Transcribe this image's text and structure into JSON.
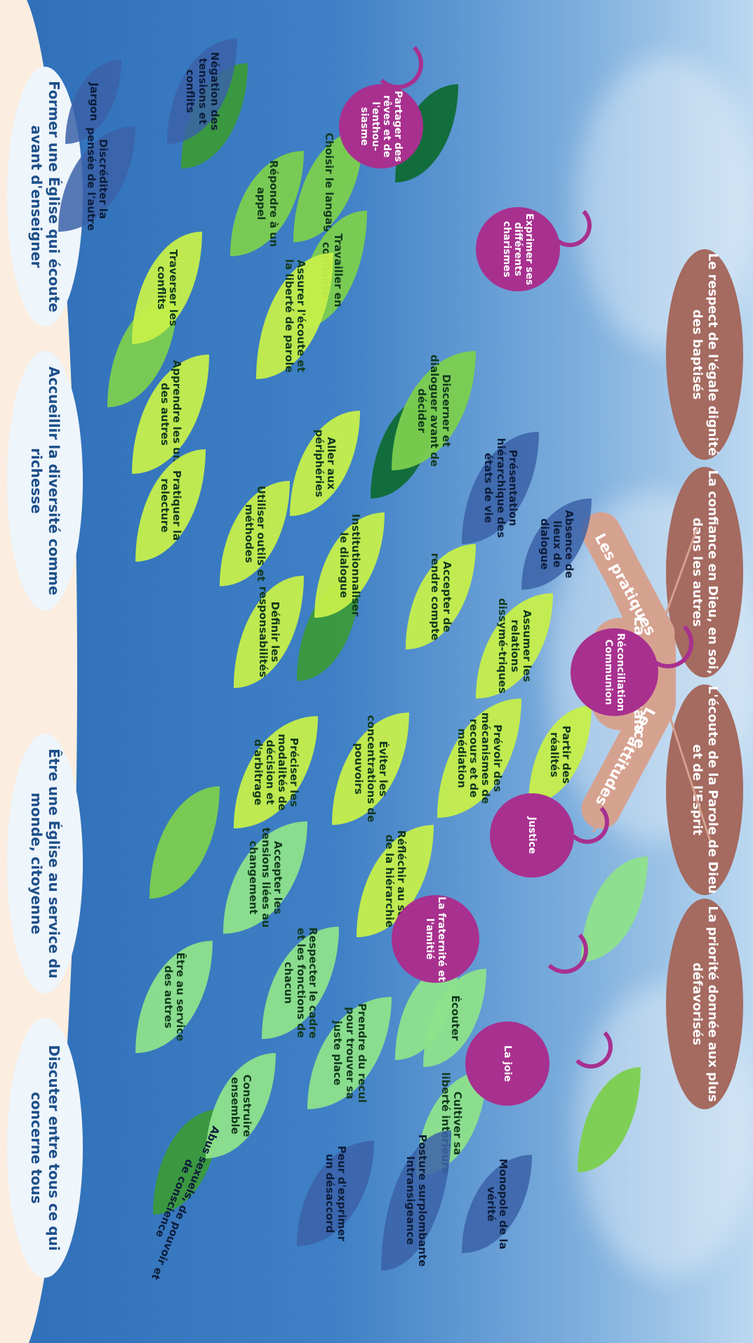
{
  "goals": [
    "Former une Église qui écoute avant d'enseigner",
    "Accueillir la diversité comme richesse",
    "Être une Église au service du monde, citoyenne",
    "Discuter entre tous ce qui concerne tous"
  ],
  "values": [
    "Le respect de l'égale dignité des baptisés",
    "La confiance en Dieu, en soi, dans les autres",
    "L'écoute de la Parole de Dieu et de l'Esprit",
    "La priorité donnée aux plus défavorisés"
  ],
  "trunk": {
    "center": "La gouvernance",
    "left_branch": "Les pratiques",
    "right_branch": "Les attitudes"
  },
  "fruits": [
    "Partager des rêves et de l'enthou-siasme",
    "Exprimer ses différents charismes",
    "Réconciliation Communion",
    "Justice",
    "La fraternité et l'amitié",
    "La joie"
  ],
  "practices": [
    "Choisir le langage",
    "Répondre à un appel",
    "Travailler en confiance",
    "Traverser les conflits",
    "Assurer l'écoute et la liberté de parole",
    "Discerner et dialoguer avant de décider",
    "Apprendre les uns des autres",
    "Aller aux périphéries",
    "Pratiquer la relecture",
    "Utiliser outils et méthodes",
    "Institutionnaliser le dialogue",
    "Accepter de rendre compte",
    "Définir les responsabilités",
    "Assumer les relations dissymé-triques"
  ],
  "attitudes": [
    "Partir des réalités",
    "Prévoir des mécanismes de recours et de médiation",
    "Éviter les concentrations de pouvoirs",
    "Préciser les modalités de décision et d'arbitrage",
    "Réfléchir au sens de la hiérarchie",
    "Accepter les tensions liées au changement",
    "Respecter le cadre et les fonctions de chacun",
    "Être au service des autres",
    "Écouter",
    "Prendre du recul pour trouver sa juste place",
    "Cultiver sa liberté intérieure",
    "Construire ensemble"
  ],
  "obstacles": [
    "Jargon",
    "Négation des tensions et conflits",
    "Discréditer la pensée de l'autre",
    "Présentation hiérarchique des états de vie",
    "Absence de lieux de dialogue",
    "Monopole de la vérité",
    "Posture surplombante Intransigeance",
    "Peur d'exprimer un désaccord",
    "Abus sexuels, de pouvoir et de conscience"
  ],
  "colors": {
    "sky": "#3f80c6",
    "fruit": "#a8308f",
    "value_root": "#a56a60",
    "goal_cloud": "#eef5fb",
    "goal_text": "#1d4f8a"
  }
}
